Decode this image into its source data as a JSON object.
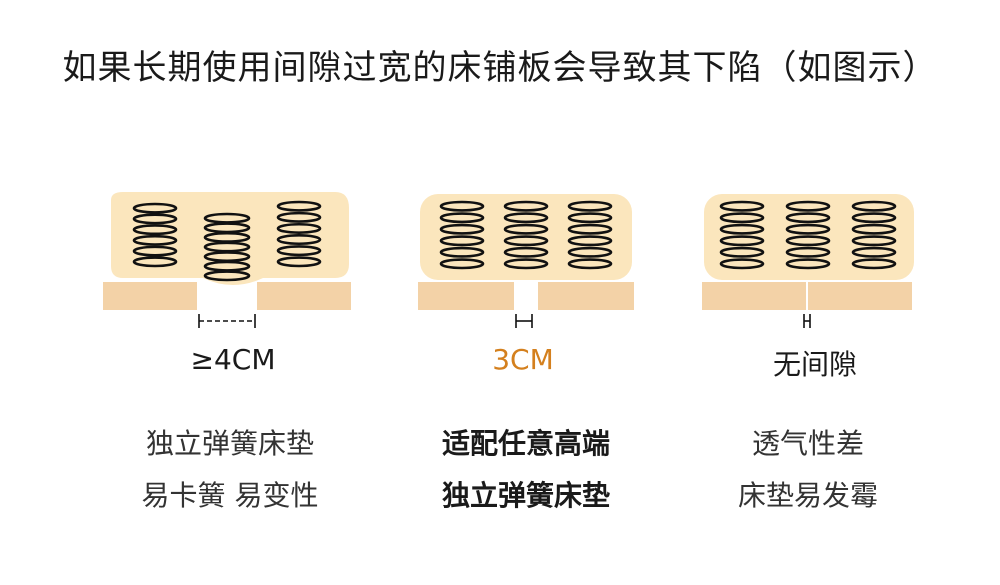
{
  "title": "如果长期使用间隙过宽的床铺板会导致其下陷（如图示）",
  "colors": {
    "mattress": "#fbe6bd",
    "board": "#f3d2a7",
    "spring": "#111111",
    "accent": "#d4801e"
  },
  "panels": [
    {
      "gap_label": "≥4CM",
      "line1": "独立弹簧床垫",
      "line2": "易卡簧 易变性",
      "highlight": false
    },
    {
      "gap_label": "3CM",
      "line1": "适配任意高端",
      "line2": "独立弹簧床垫",
      "highlight": true
    },
    {
      "gap_label": "无间隙",
      "line1": "透气性差",
      "line2": "床垫易发霉",
      "highlight": false
    }
  ]
}
